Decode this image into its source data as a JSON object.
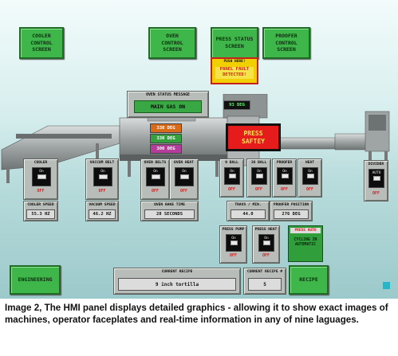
{
  "nav": {
    "cooler": "COOLER\nCONTROL\nSCREEN",
    "oven": "OVEN\nCONTROL\nSCREEN",
    "press_status": "PRESS STATUS\nSCREEN",
    "proofer": "PROOFER\nCONTROL\nSCREEN",
    "engineering": "ENGINEERING",
    "recipe": "RECIPE"
  },
  "fault": {
    "push_here": "PUSH HERE!",
    "message": "PANEL FAULT\nDETECTED!"
  },
  "oven_status": {
    "title": "OVEN STATUS MESSAGE",
    "message": "MAIN GAS ON"
  },
  "readouts": {
    "oven_temp_top": "93 DEG",
    "press_safety": "PRESS\nSAFTEY"
  },
  "oven_temps": [
    "330 DEG",
    "330 DEG",
    "300 DEG"
  ],
  "switches": [
    {
      "label": "COOLER",
      "on": "On",
      "off": "OFF"
    },
    {
      "label": "VACCUM BELT",
      "on": "On",
      "off": "OFF"
    },
    {
      "label": "OVEN BELTS",
      "on": "On",
      "off": "OFF"
    },
    {
      "label": "OVEN HEAT",
      "on": "On",
      "off": "OFF"
    },
    {
      "label": "9 BALL",
      "on": "On",
      "off": "OFF"
    },
    {
      "label": "36 BALL",
      "on": "On",
      "off": "OFF"
    },
    {
      "label": "PROOFER",
      "on": "On",
      "off": "OFF"
    },
    {
      "label": "HEAT",
      "on": "On",
      "off": "OFF"
    },
    {
      "label": "DIVIDER",
      "on": "AUTO",
      "off": "OFF"
    },
    {
      "label": "PRESS PUMP",
      "on": "On",
      "off": "OFF"
    },
    {
      "label": "PRESS HEAT",
      "on": "On",
      "off": "OFF"
    }
  ],
  "values": {
    "cooler_speed_label": "COOLER SPEED",
    "cooler_speed": "55.3 HZ",
    "vacuum_speed_label": "VACUUM SPEED",
    "vacuum_speed": "46.2 HZ",
    "oven_bake_label": "OVEN BAKE TIME",
    "oven_bake": "28 SECONDS",
    "travs_label": "TRAVS / MIN.",
    "travs": "44.0",
    "proofer_pos_label": "PROOFER POSITION",
    "proofer_pos": "276 DEG"
  },
  "press_auto": {
    "title": "PRESS AUTO",
    "message": "CYCLING IN\nAUTOMATIC"
  },
  "recipe": {
    "current_label": "CURRENT RECIPE",
    "current": "9 inch tortilla",
    "number_label": "CURRENT RECIPE #",
    "number": "5"
  },
  "caption": "Image 2, The HMI panel displays detailed graphics - allowing it to show exact images of machines, operator faceplates and real-time information in any of nine laguages."
}
